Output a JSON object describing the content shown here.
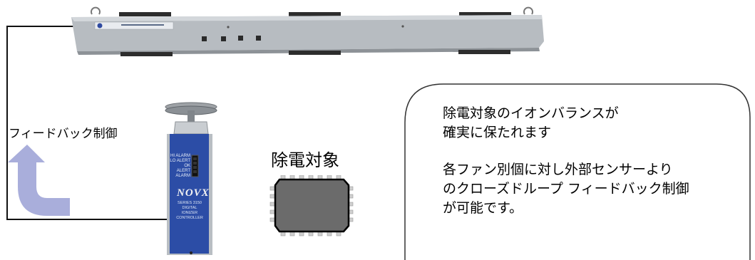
{
  "feedback_label": "フィードバック制御",
  "target_label": "除電対象",
  "callout": {
    "line1": "除電対象のイオンバランスが",
    "line2": "確実に保たれます",
    "line3": "各ファン別個に対し外部センサーより",
    "line4": "のクローズドループ フィードバック制御",
    "line5": "が可能です。"
  },
  "controller": {
    "brand": "NOVX",
    "indicators": [
      "HI ALARM",
      "LO ALERT",
      "OK",
      "ALERT",
      "ALARM"
    ],
    "model_lines": [
      "SERIES 3150",
      "DIGITAL",
      "IONIZER",
      "CONTROLLER"
    ]
  },
  "colors": {
    "arrow": "#a9aedb",
    "bar_body": "#b3b8bd",
    "controller_blue": "#2c4da6"
  }
}
